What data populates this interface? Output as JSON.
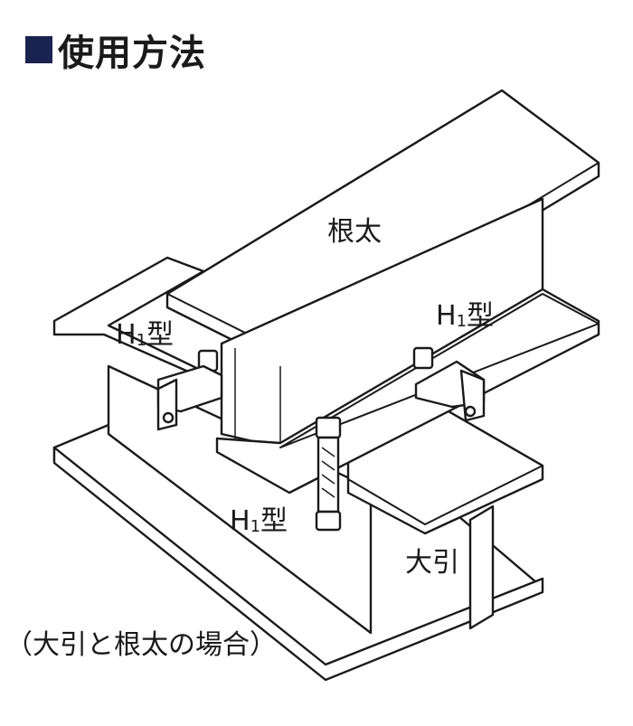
{
  "header": {
    "title": "使用方法"
  },
  "diagram": {
    "labels": {
      "joist": "根太",
      "clamp_right": "H",
      "clamp_right_sub": "1",
      "clamp_right_suffix": "型",
      "clamp_left": "H",
      "clamp_left_sub": "1",
      "clamp_left_suffix": "型",
      "clamp_bottom": "H",
      "clamp_bottom_sub": "1",
      "clamp_bottom_suffix": "型",
      "beam": "大引"
    },
    "caption": "（大引と根太の場合）"
  }
}
